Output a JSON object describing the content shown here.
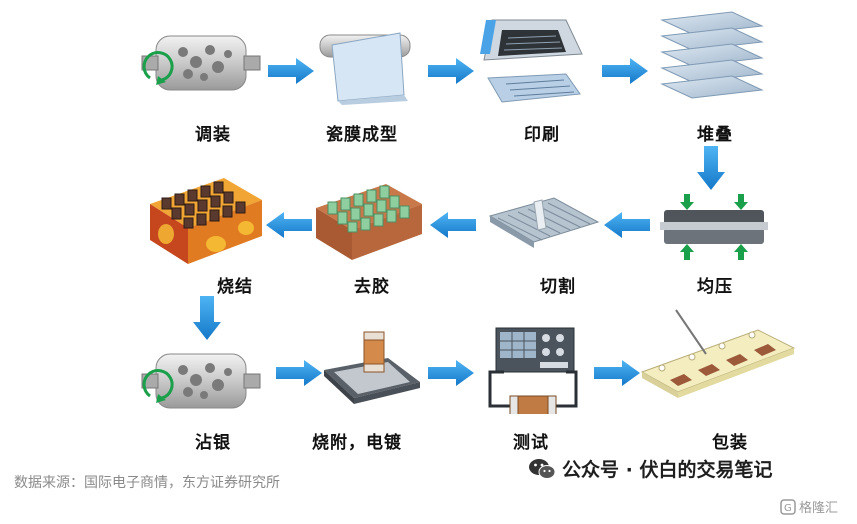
{
  "steps": {
    "s1": "调装",
    "s2": "瓷膜成型",
    "s3": "印刷",
    "s4": "堆叠",
    "s5": "均压",
    "s6": "切割",
    "s7": "去胶",
    "s8": "烧结",
    "s9": "沾银",
    "s10": "烧附，电镀",
    "s11": "测试",
    "s12": "包装"
  },
  "source": "数据来源：国际电子商情，东方证券研究所",
  "watermark": "公众号 · 伏白的交易笔记",
  "watermark2": "格隆汇",
  "icons": [
    "drum-icon",
    "film-roll-icon",
    "printing-icon",
    "stack-icon",
    "press-icon",
    "cutting-icon",
    "debinding-icon",
    "sintering-icon",
    "drum-icon",
    "terminal-icon",
    "tester-icon",
    "tape-icon",
    "wechat-icon",
    "logo-icon"
  ],
  "colors": {
    "arrow": "#1f8fe0",
    "furnace": "#e08a1e",
    "furnaceHot": "#c0391b"
  }
}
